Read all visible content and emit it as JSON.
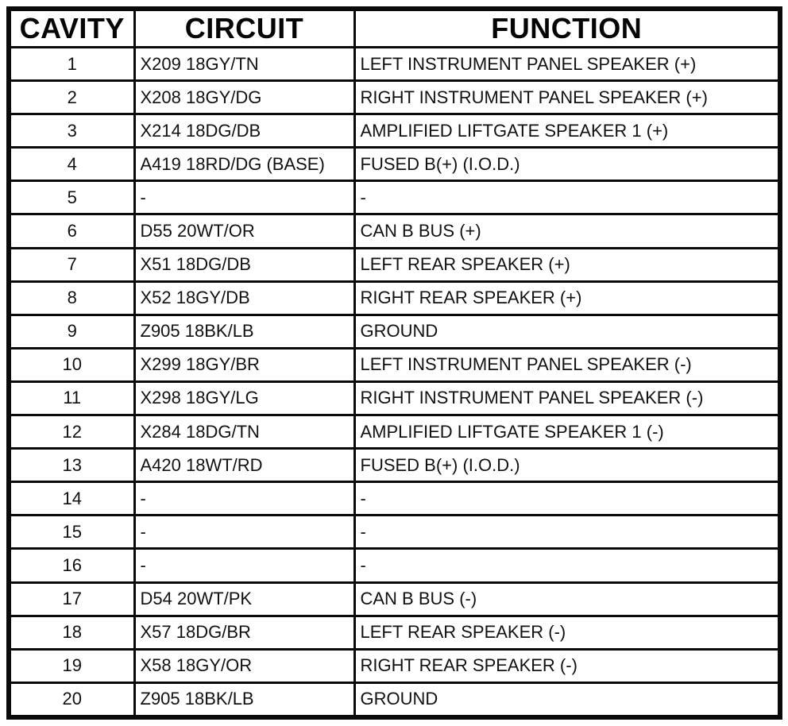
{
  "table": {
    "headers": {
      "cavity": "CAVITY",
      "circuit": "CIRCUIT",
      "function": "FUNCTION"
    },
    "rows": [
      {
        "cavity": "1",
        "circuit": "X209 18GY/TN",
        "function": "LEFT INSTRUMENT PANEL SPEAKER (+)"
      },
      {
        "cavity": "2",
        "circuit": "X208 18GY/DG",
        "function": "RIGHT INSTRUMENT PANEL SPEAKER (+)"
      },
      {
        "cavity": "3",
        "circuit": "X214 18DG/DB",
        "function": "AMPLIFIED LIFTGATE SPEAKER 1 (+)"
      },
      {
        "cavity": "4",
        "circuit": "A419 18RD/DG (BASE)",
        "function": "FUSED B(+) (I.O.D.)"
      },
      {
        "cavity": "5",
        "circuit": "-",
        "function": "-"
      },
      {
        "cavity": "6",
        "circuit": "D55 20WT/OR",
        "function": "CAN B BUS (+)"
      },
      {
        "cavity": "7",
        "circuit": "X51 18DG/DB",
        "function": "LEFT REAR SPEAKER (+)"
      },
      {
        "cavity": "8",
        "circuit": "X52 18GY/DB",
        "function": "RIGHT REAR SPEAKER (+)"
      },
      {
        "cavity": "9",
        "circuit": "Z905 18BK/LB",
        "function": "GROUND"
      },
      {
        "cavity": "10",
        "circuit": "X299 18GY/BR",
        "function": "LEFT INSTRUMENT PANEL SPEAKER (-)"
      },
      {
        "cavity": "11",
        "circuit": "X298 18GY/LG",
        "function": "RIGHT INSTRUMENT PANEL SPEAKER (-)"
      },
      {
        "cavity": "12",
        "circuit": "X284 18DG/TN",
        "function": "AMPLIFIED LIFTGATE SPEAKER 1 (-)"
      },
      {
        "cavity": "13",
        "circuit": "A420 18WT/RD",
        "function": "FUSED B(+) (I.O.D.)"
      },
      {
        "cavity": "14",
        "circuit": "-",
        "function": "-"
      },
      {
        "cavity": "15",
        "circuit": "-",
        "function": "-"
      },
      {
        "cavity": "16",
        "circuit": "-",
        "function": "-"
      },
      {
        "cavity": "17",
        "circuit": "D54 20WT/PK",
        "function": "CAN B BUS (-)"
      },
      {
        "cavity": "18",
        "circuit": "X57 18DG/BR",
        "function": "LEFT REAR SPEAKER (-)"
      },
      {
        "cavity": "19",
        "circuit": "X58 18GY/OR",
        "function": "RIGHT REAR SPEAKER (-)"
      },
      {
        "cavity": "20",
        "circuit": "Z905 18BK/LB",
        "function": "GROUND"
      }
    ],
    "colors": {
      "border": "#0a0a0a",
      "text": "#111111",
      "background": "#ffffff"
    }
  }
}
